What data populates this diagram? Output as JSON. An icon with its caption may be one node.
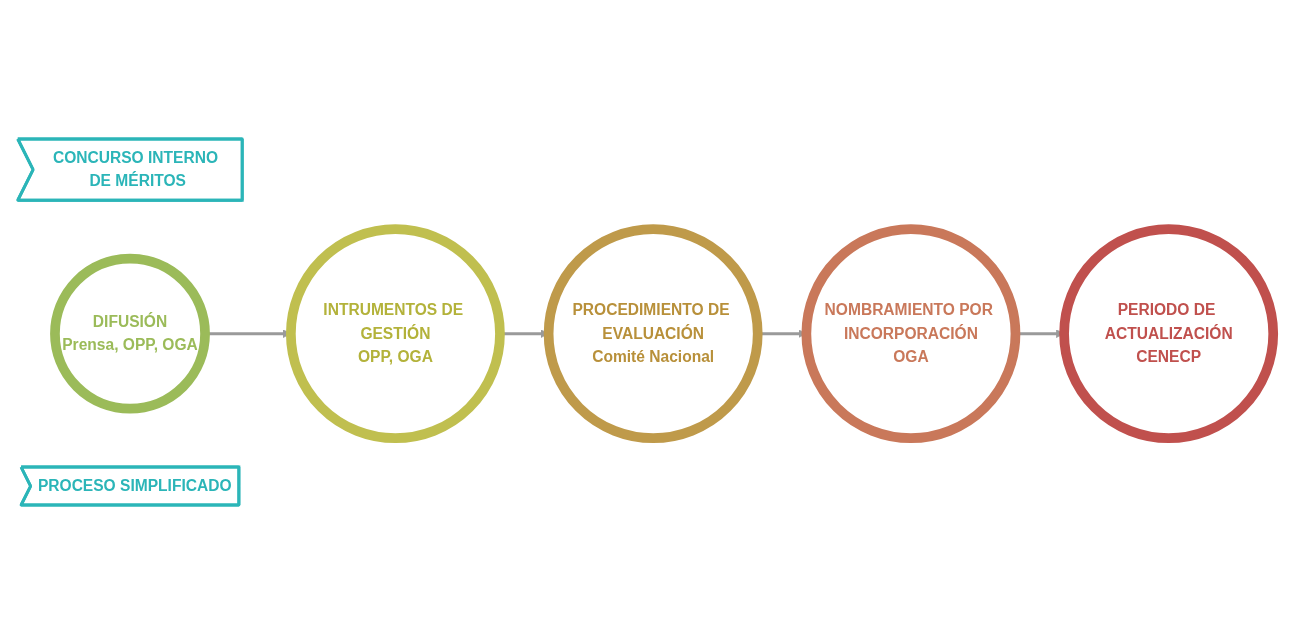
{
  "diagram": {
    "nodes": [
      {
        "text": [
          "CONCURSO INTERNO DE MÉRITOS"
        ]
      },
      {
        "text": [
          "DIFUSIÓN",
          "Prensa, OPP, OGA"
        ]
      },
      {
        "text": [
          "INTRUMENTOS DE GESTIÓN",
          "OPP, OGA"
        ]
      },
      {
        "text": [
          "PROCEDIMIENTO DE EVALUACIÓN",
          "Comité Nacional"
        ]
      },
      {
        "text": [
          "NOMBRAMIENTO POR INCORPORACIÓN",
          "OGA"
        ]
      },
      {
        "text": [
          "PERIODO DE ACTUALIZACIÓN",
          "CENECP"
        ]
      },
      {
        "text": [
          "PROCESO SIMPLIFICADO"
        ]
      }
    ],
    "edges": [
      {
        "from": 1,
        "to": 2,
        "arrow": "to"
      },
      {
        "from": 2,
        "to": 3,
        "arrow": "to"
      },
      {
        "from": 3,
        "to": 4,
        "arrow": "to"
      },
      {
        "from": 4,
        "to": 5,
        "arrow": "to"
      }
    ]
  }
}
